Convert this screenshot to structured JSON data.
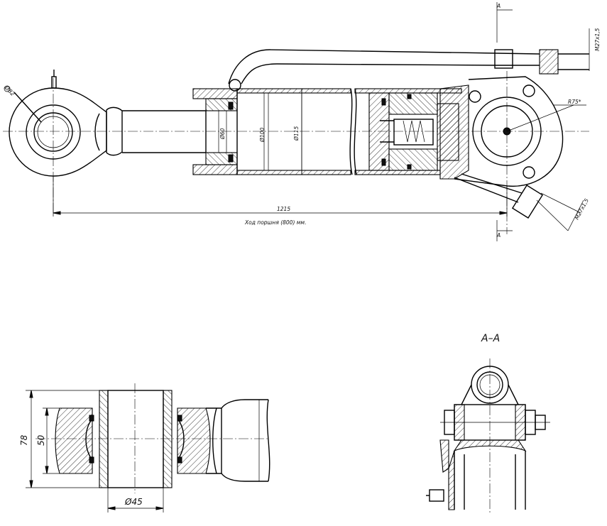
{
  "labels": {
    "eye_diameter": "Ø82",
    "rod_diameter": "Ø60",
    "bore_diameter": "Ø100",
    "outer_diameter": "Ø115",
    "radius": "R75*",
    "thread_top": "M27x1,5",
    "thread_side": "M27x1,5",
    "length": "1215",
    "stroke_note": "Ход поршня (800) мм.",
    "section_mark": "A",
    "section_title": "А–А",
    "bushing_height_outer": "78",
    "bushing_height_inner": "50",
    "bushing_diameter": "Ø45"
  }
}
